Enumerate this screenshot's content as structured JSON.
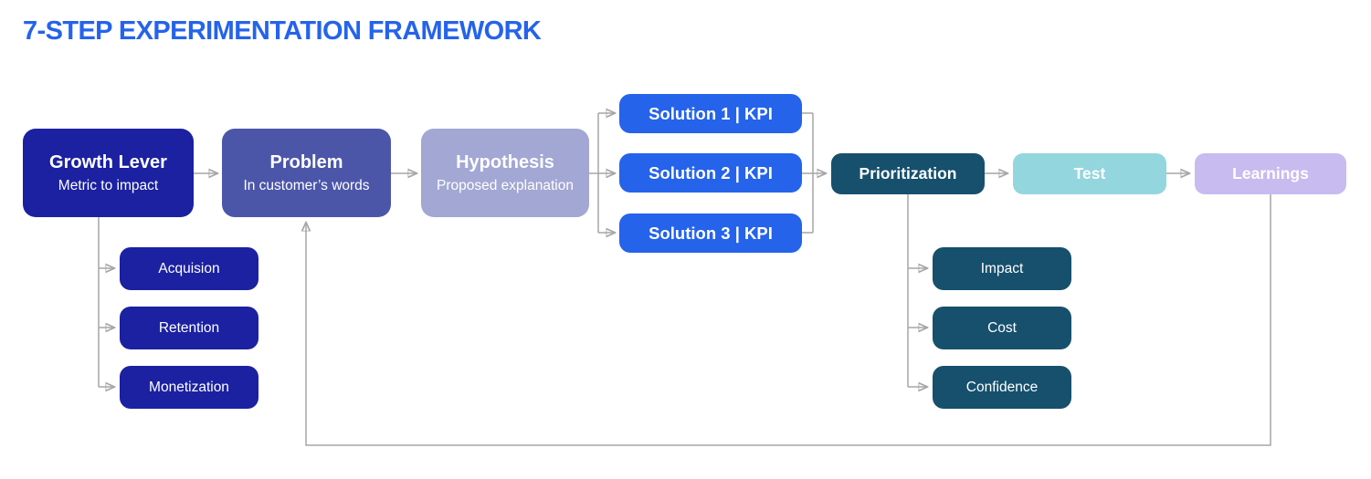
{
  "title": "7-STEP EXPERIMENTATION FRAMEWORK",
  "colors": {
    "title": "#2563EB",
    "navy": "#1B21A0",
    "indigo": "#4C56A9",
    "lavender_gray": "#A2A7D3",
    "bright_blue": "#2563EB",
    "dark_teal": "#16506D",
    "light_cyan": "#93D6DE",
    "light_lavender": "#C7BBEF",
    "connector": "#A6A6A6"
  },
  "nodes": {
    "growth_lever": {
      "title": "Growth Lever",
      "subtitle": "Metric to impact"
    },
    "problem": {
      "title": "Problem",
      "subtitle": "In customer’s words"
    },
    "hypothesis": {
      "title": "Hypothesis",
      "subtitle": "Proposed explanation"
    },
    "solutions": [
      "Solution 1 | KPI",
      "Solution 2 | KPI",
      "Solution 3 | KPI"
    ],
    "prioritization": "Prioritization",
    "test": "Test",
    "learnings": "Learnings",
    "growth_lever_children": [
      "Acquision",
      "Retention",
      "Monetization"
    ],
    "prioritization_children": [
      "Impact",
      "Cost",
      "Confidence"
    ]
  }
}
